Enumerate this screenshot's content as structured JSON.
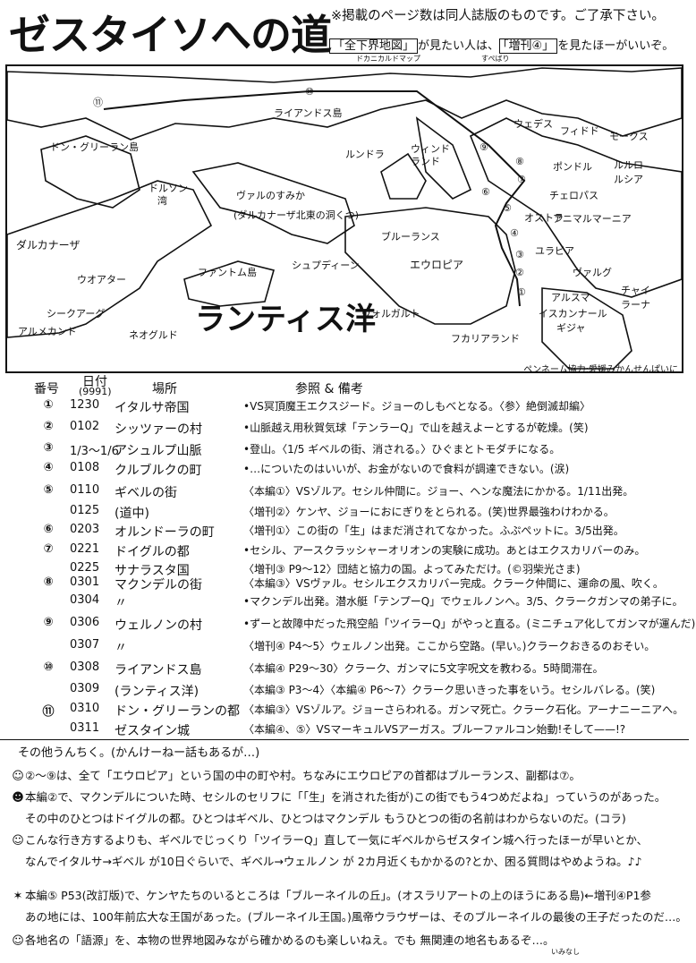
{
  "header": {
    "title": "ゼスタイソへの道",
    "note_line1": "※掲載のページ数は同人誌版のものです。ご了承下さい。",
    "note_line2_part1": "「全下界地図」",
    "note_line2_part2": "が見たい人は、",
    "note_line2_part3": "「増刊④」",
    "note_line2_part4": "を見たほーがいいぞ。",
    "ruby_map": "ドカニカルドマップ",
    "ruby_zouhan": "すぺばり"
  },
  "map": {
    "places": {
      "liandos": "ライアンドス島",
      "dongrean": "ドン・グリーラン島",
      "dolson": "ドルソン",
      "dolson2": "湾",
      "vernsumika": "ヴァルのすみか",
      "vernsumika2": "(ダルカナーザ北東の洞くつ)",
      "lundra": "ルンドラ",
      "windland": "ウィンド",
      "windland2": "ランド",
      "wedes": "ウェデス",
      "fidrod": "フィドド",
      "mokus": "モークス",
      "pondol": "ポンドル",
      "rururo": "ルルロ",
      "rururo2": "ルシア",
      "chelopas": "チェロパス",
      "animalmania": "アニマルマーニア",
      "ostra": "オストラ",
      "urabia": "ユラビア",
      "blurans": "ブルーランス",
      "eurobia": "エウロピア",
      "shupdin": "シュプディーン",
      "phantom": "ファントム島",
      "dalkanaza": "ダルカナーザ",
      "uoata": "ウオアター",
      "sikaag": "シークアーグ",
      "almekand": "アルメカンド",
      "neoguld": "ネオグルド",
      "ocean": "ランティス洋",
      "volgalt": "ヴォルガルト",
      "fukaryland": "フカリアランド",
      "arusuma": "アルスマ",
      "iskanol": "イスカンナール",
      "gizya": "ギジャ",
      "vargu": "ヴァルグ",
      "chairana": "チャイ",
      "chairana2": "ラーナ"
    },
    "route_marks": [
      "⑪",
      "⑩",
      "⑨",
      "⑧",
      "⑦",
      "⑥",
      "⑤",
      "④",
      "③",
      "②",
      "①"
    ],
    "credit": "ペンネーム協力:愛媛みかんせんぱいに"
  },
  "table": {
    "headers": {
      "num": "番号",
      "date": "日付",
      "date_sub": "(9991)",
      "place": "場所",
      "note": "参照 & 備考"
    },
    "rows": [
      {
        "num": "①",
        "date": "1230",
        "place": "イタルサ帝国",
        "note": "•VS冥頂魔王エクスジード。ジョーのしもべとなる。〈参〉絶倒滅却編〉"
      },
      {
        "num": "②",
        "date": "0102",
        "place": "シッツァーの村",
        "note": "•山脈越え用秋賀気球「テンラーQ」で山を越えよーとするが乾燥。(笑)"
      },
      {
        "num": "③",
        "date": "1/3〜1/6",
        "place": "アシュルプ山脈",
        "note": "•登山。〈1/5 ギベルの街、消される。〉ひぐまとトモダチになる。"
      },
      {
        "num": "④",
        "date": "0108",
        "place": "クルブルクの町",
        "note": "•…についたのはいいが、お金がないので食料が調達できない。(涙)"
      },
      {
        "num": "⑤",
        "date": "0110",
        "place": "ギベルの街",
        "note": "〈本編①〉VSゾルア。セシル仲間に。ジョー、ヘンな魔法にかかる。1/11出発。"
      },
      {
        "num": "",
        "date": "0125",
        "place": "(道中)",
        "note": "〈増刊②〉ケンヤ、ジョーにおにぎりをとられる。(笑)世界最強わけわかる。"
      },
      {
        "num": "⑥",
        "date": "0203",
        "place": "オルンドーラの町",
        "note": "〈増刊①〉この街の「生」はまだ消されてなかった。ふぷぺットに。3/5出発。"
      },
      {
        "num": "⑦",
        "date": "0221",
        "place": "ドイグルの都",
        "note": "•セシル、アースクラッシャーオリオンの実験に成功。あとはエクスカリバーのみ。"
      },
      {
        "num": "",
        "date": "0225",
        "place": "サナラスタ国",
        "note": "〈増刊③ P9〜12〉団結と協力の国。よってみただけ。(©羽柴光さま)"
      },
      {
        "num": "⑧",
        "date": "0301",
        "place": "マクンデルの街",
        "note": "〈本編③〉VSヴァル。セシルエクスカリバー完成。クラーク仲間に、運命の風、吹く。"
      },
      {
        "num": "",
        "date": "0304",
        "place": "〃",
        "note": "•マクンデル出発。潜水艇「テンプーQ」でウェルノンへ。3/5、クラークガンマの弟子に。"
      },
      {
        "num": "⑨",
        "date": "0306",
        "place": "ウェルノンの村",
        "note": "•ずーと故障中だった飛空船「ツイラーQ」がやっと直る。(ミニチュア化してガンマが運んだ)"
      },
      {
        "num": "",
        "date": "0307",
        "place": "〃",
        "note": "〈増刊④ P4〜5〉ウェルノン出発。ここから空路。(早い。)クラークおきるのおそい。"
      },
      {
        "num": "⑩",
        "date": "0308",
        "place": "ライアンドス島",
        "note": "〈本編④ P29〜30〉クラーク、ガンマに5文字呪文を教わる。5時間滞在。"
      },
      {
        "num": "",
        "date": "0309",
        "place": "(ランティス洋)",
        "note": "〈本編③ P3〜4〉〈本編④ P6〜7〉クラーク思いきった事をいう。セシルバレる。(笑)"
      },
      {
        "num": "⑪",
        "date": "0310",
        "place": "ドン・グリーランの都",
        "note": "〈本編③〉VSゾルア。ジョーさらわれる。ガンマ死亡。クラーク石化。アーナニーニアへ。"
      },
      {
        "num": "",
        "date": "0311",
        "place": "ゼスタイン城",
        "note": "〈本編④、⑤〉VSマーキュルVSアーガス。ブルーファルコン始動!そして——!?"
      }
    ]
  },
  "others": {
    "heading": "その他うんちく。(かんけーねー話もあるが…)",
    "lines": [
      "②〜⑨は、全て「エウロピア」という国の中の町や村。ちなみにエウロピアの首都はブルーランス、副都は⑦。",
      "本編②で、マクンデルについた時、セシルのセリフに「「生」を消された街が)この街でもう4つめだよね」っていうのがあった。",
      "その中のひとつはドイグルの都。ひとつはギベル、ひとつはマクンデル もうひとつの街の名前はわからないのだ。(コラ)",
      "こんな行き方するよりも、ギベルでじっくり「ツイラーQ」直して一気にギベルからゼスタイン城へ行ったほーが早いとか、",
      "なんでイタルサ→ギベル が10日ぐらいで、ギベル→ウェルノン が 2カ月近くもかかるの?とか、困る質問はやめようね。♪♪",
      "本編⑤ P53(改訂版)で、ケンヤたちのいるところは「ブルーネイルの丘」。(オスラリアートの上のほうにある島)←増刊④P1参",
      "あの地には、100年前広大な王国があった。(ブルーネイル王国。)風帝ウラウザーは、そのブルーネイルの最後の王子だったのだ…。",
      "各地名の「語源」を、本物の世界地図みながら確かめるのも楽しいねえ。でも 無関連の地名もあるぞ…。"
    ],
    "ruby_mukanren": "いみなし"
  }
}
